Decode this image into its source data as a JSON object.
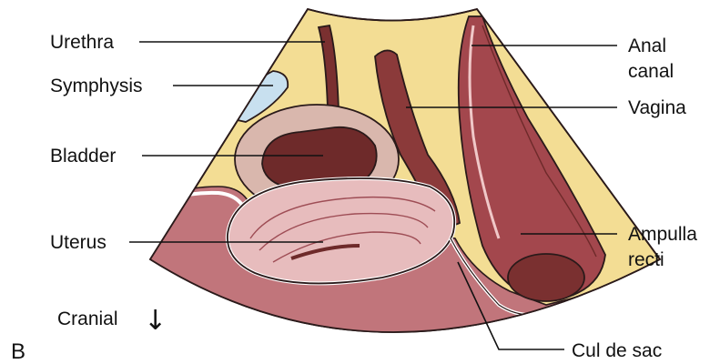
{
  "figure": {
    "panel_letter": "B",
    "orientation": {
      "label": "Cranial",
      "arrow": "↓"
    },
    "labels": {
      "urethra": "Urethra",
      "symphysis": "Symphysis",
      "bladder": "Bladder",
      "uterus": "Uterus",
      "anal_canal_line1": "Anal",
      "anal_canal_line2": "canal",
      "vagina": "Vagina",
      "ampulla_line1": "Ampulla",
      "ampulla_line2": "recti",
      "cul_de_sac": "Cul de sac"
    },
    "colors": {
      "fat": "#f3dd94",
      "muscle": "#c1757b",
      "muscle_dark": "#9e4d55",
      "bladder_wall": "#d9b7ad",
      "bladder_lumen": "#6e2a2a",
      "uterus": "#e7bcbd",
      "bone": "#c8e0ef",
      "rectum": "#a3474d",
      "vagina": "#8b3a3a"
    }
  }
}
